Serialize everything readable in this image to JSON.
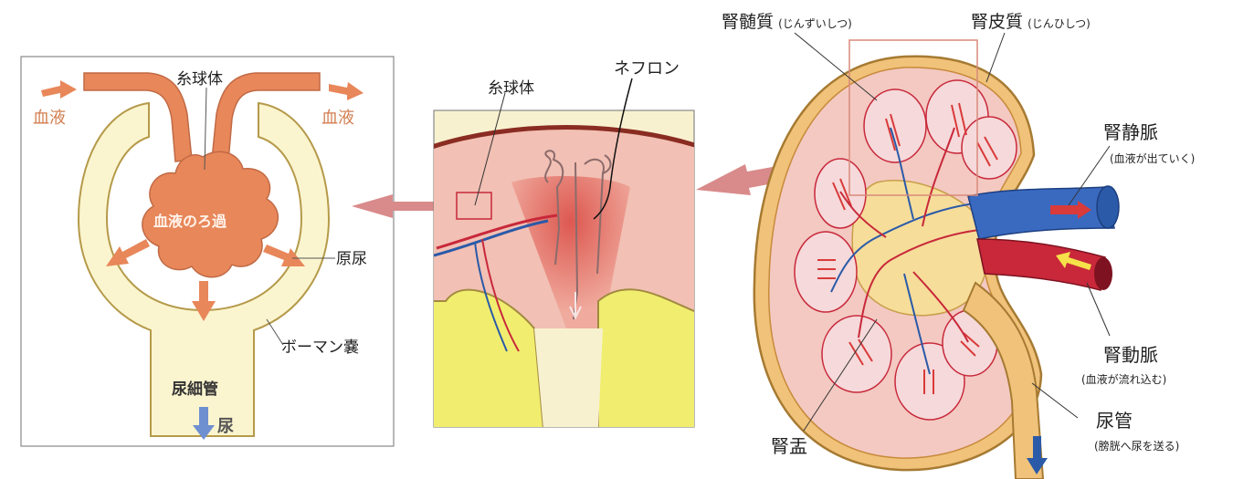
{
  "left_panel": {
    "glomerulus": "糸球体",
    "blood_in": "血液",
    "blood_out": "血液",
    "filtration": "血液のろ過",
    "primary_urine": "原尿",
    "bowman": "ボーマン嚢",
    "tubule": "尿細管",
    "urine": "尿"
  },
  "middle_panel": {
    "glomerulus": "糸球体",
    "nephron": "ネフロン"
  },
  "kidney": {
    "medulla": "腎髄質",
    "medulla_reading": "(じんずいしつ)",
    "cortex": "腎皮質",
    "cortex_reading": "(じんひしつ)",
    "renal_vein": "腎静脈",
    "renal_vein_note": "(血液が出ていく)",
    "renal_artery": "腎動脈",
    "renal_artery_note": "(血液が流れ込む)",
    "ureter": "尿管",
    "ureter_note": "(膀胱へ尿を送る)",
    "pelvis": "腎盂"
  },
  "colors": {
    "blood_orange": "#e8875a",
    "capsule_fill": "#fbf5cf",
    "capsule_stroke": "#b59a4a",
    "vein_blue": "#2a5aa8",
    "artery_red": "#c8283a",
    "arrow_pink": "#d98a8a",
    "kidney_tissue": "#f3c9c2",
    "urine_blue": "#6e8fd0"
  }
}
